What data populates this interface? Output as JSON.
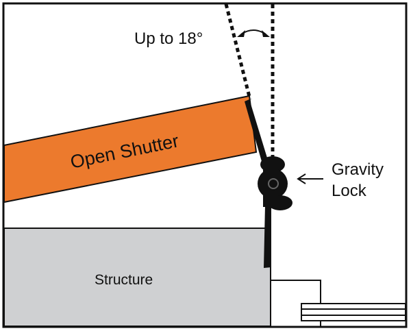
{
  "labels": {
    "angle": "Up to 18°",
    "shutter": "Open Shutter",
    "gravity_lock_line1": "Gravity",
    "gravity_lock_line2": "Lock",
    "structure": "Structure"
  },
  "angle_max_degrees": 18,
  "colors": {
    "shutter": "#ec7a2d",
    "structure": "#cfd0d2",
    "outline": "#111111",
    "background": "#ffffff"
  }
}
